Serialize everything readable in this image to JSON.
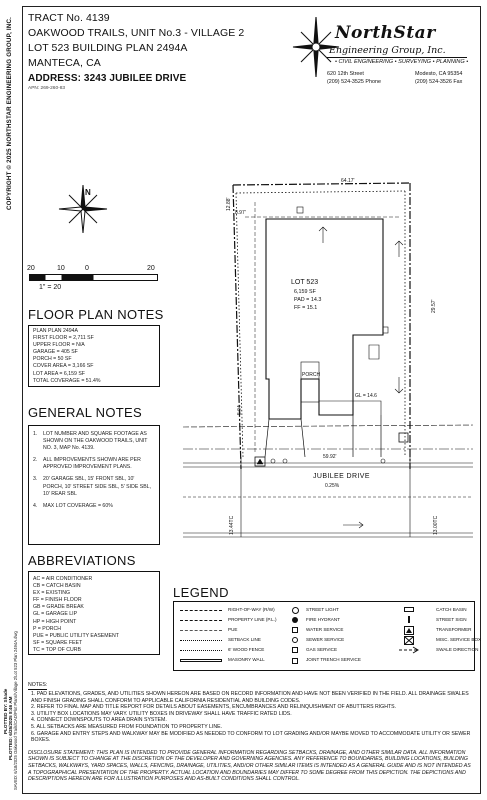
{
  "side_text": {
    "copyright": "COPYRIGHT © 2025 NORTHSTAR ENGINEERING GROUP, INC.",
    "plotted": "PLOTTED BY: Shade",
    "plot_date": "PLOTTED: 6/25/2025 8:46 AM",
    "saved": "SAVED: 6/18/2025 Oakwood Trails\\CAD\\Plot Plans\\Village 2\\Lot 523 Plan 2494A.dwg"
  },
  "title_block": {
    "tract": "TRACT No. 4139",
    "subdivision": "OAKWOOD TRAILS, UNIT No.3 - VILLAGE 2",
    "lot_plan": "LOT 523 BUILDING PLAN 2494A",
    "city": "MANTECA, CA",
    "address": "ADDRESS: 3243 JUBILEE DRIVE",
    "apn": "APN: 269-260-83"
  },
  "company": {
    "name_line1": "NorthStar",
    "name_line2": "Engineering Group, Inc.",
    "services": "• CIVIL ENGINEERING • SURVEYING • PLANNING •",
    "address_street": "620 12th Street",
    "address_city": "Modesto, CA 95354",
    "phone": "(209) 524-3525 Phone",
    "fax": "(209) 524-3526 Fax"
  },
  "scale": {
    "ticks": [
      "20",
      "10",
      "0",
      "20"
    ],
    "ratio": "1\" = 20"
  },
  "floor_plan_notes": {
    "title": "FLOOR PLAN NOTES",
    "lines": [
      "PLAN PLAN 2494A",
      "FIRST FLOOR = 2,711 SF",
      "UPPER FLOOR = N/A",
      "GARAGE = 405 SF",
      "PORCH = 50 SF",
      "COVER AREA = 3,166 SF",
      "LOT AREA = 6,159 SF",
      "TOTAL COVERAGE = 51.4%"
    ]
  },
  "general_notes": {
    "title": "GENERAL NOTES",
    "items": [
      {
        "num": "1.",
        "text": "LOT NUMBER AND SQUARE FOOTAGE AS SHOWN ON THE OAKWOOD TRAILS, UNIT NO. 3, MAP No. 4139."
      },
      {
        "num": "2.",
        "text": "ALL IMPROVEMENTS SHOWN ARE PER APPROVED IMPROVEMENT PLANS."
      },
      {
        "num": "3.",
        "text": "20' GARAGE SBL, 15' FRONT SBL, 10' PORCH, 10' STREET SIDE SBL, 5' SIDE SBL, 10' REAR SBL"
      },
      {
        "num": "4.",
        "text": "MAX LOT COVERAGE = 60%"
      }
    ]
  },
  "abbreviations": {
    "title": "ABBREVIATIONS",
    "items": [
      "AC = AIR CONDITIONER",
      "CB = CATCH BASIN",
      "EX = EXISTING",
      "FF = FINISH FLOOR",
      "GB = GRADE BREAK",
      "GL = GARAGE LIP",
      "HP = HIGH POINT",
      "P = PORCH",
      "PUE = PUBLIC UTILITY EASEMENT",
      "SF = SQUARE FEET",
      "TC = TOP OF CURB"
    ]
  },
  "site_plan": {
    "lot_label": "LOT 523",
    "lot_area": "6,159 SF",
    "pad": "PAD = 14.3",
    "ff": "FF = 15.1",
    "porch_label": "PORCH",
    "gl": "GL = 14.6",
    "street_name": "JUBILEE DRIVE",
    "slope": "0.25%",
    "dim_top": "64.17'",
    "dim_left": "12.88'",
    "dim_right": "29.57'",
    "dim_front": "59.92'",
    "tc_left": "13.44TC",
    "tc_right": "13.00TC",
    "dim_small_left": "5.04",
    "dim_small_top": "8.97'"
  },
  "legend": {
    "title": "LEGEND",
    "col1": [
      "RIGHT-OF-WAY (R/W)",
      "PROPERTY LINE (P.L.)",
      "PUE",
      "SETBACK LINE",
      "6' WOOD FENCE",
      "MASONRY WALL"
    ],
    "col2": [
      "STREET LIGHT",
      "FIRE HYDRANT",
      "WATER SERVICE",
      "SEWER SERVICE",
      "GAS SERVICE",
      "JOINT TRENCH SERVICE"
    ],
    "col3": [
      "CATCH BASIN",
      "STREET SIGN",
      "TRANSFORMER",
      "MISC. SERVICE BOX",
      "SWALE DIRECTION"
    ]
  },
  "bottom_notes": {
    "title": "NOTES:",
    "items": [
      "1.  PAD ELEVATIONS, GRADES, AND UTILITIES SHOWN HEREON ARE BASED ON RECORD INFORMATION AND HAVE NOT BEEN VERIFIED IN THE FIELD. ALL DRAINAGE SWALES AND FINISH GRADING SHALL CONFORM TO APPLICABLE CALIFORNIA RESIDENTIAL AND BUILDING CODES.",
      "2.  REFER TO FINAL MAP AND TITLE REPORT FOR DETAILS ABOUT EASEMENTS, ENCUMBRANCES AND RELINQUISHMENT OF ABUTTERS RIGHTS.",
      "3.  UTILITY BOX LOCATIONS MAY VARY. UTILITY BOXES IN DRIVEWAY SHALL HAVE TRAFFIC RATED LIDS.",
      "4.  CONNECT DOWNSPOUTS TO AREA DRAIN SYSTEM.",
      "5.  ALL SETBACKS ARE MEASURED FROM FOUNDATION TO PROPERTY LINE.",
      "6.  GARAGE AND ENTRY STEPS AND WALKWAY MAY BE MODIFIED AS NEEDED TO CONFORM TO LOT GRADING AND/OR MAYBE MOVED TO ACCOMMODATE UTILITY OR SEWER BOXES."
    ],
    "disclosure": "DISCLOSURE STATEMENT: THIS PLAN IS INTENDED TO PROVIDE GENERAL INFORMATION REGARDING SETBACKS, DRAINAGE, AND OTHER SIMILAR DATA. ALL INFORMATION SHOWN IS SUBJECT TO CHANGE AT THE DISCRETION OF THE DEVELOPER AND GOVERNING AGENCIES. ANY REFERENCE TO BOUNDARIES, BUILDING LOCATIONS, BUILDING SETBACKS, WALKWAYS, YARD SPACES, WALLS, FENCING, DRAINAGE, UTILITIES, AND/OR OTHER SIMILAR ITEMS IS INTENDED AS A GENERAL GUIDE AND IS NOT INTENDED AS A TOPOGRAPHICAL PRESENTATION OF THE PROPERTY. ACTUAL LOCATION AND BOUNDARIES MAY DIFFER TO SOME DEGREE FROM THIS DEPICTION. THE DEPICTIONS AND DESCRIPTIONS HEREON ARE FOR ILLUSTRATION PURPOSES AND AS-BUILT CONDITIONS SHALL CONTROL."
  }
}
